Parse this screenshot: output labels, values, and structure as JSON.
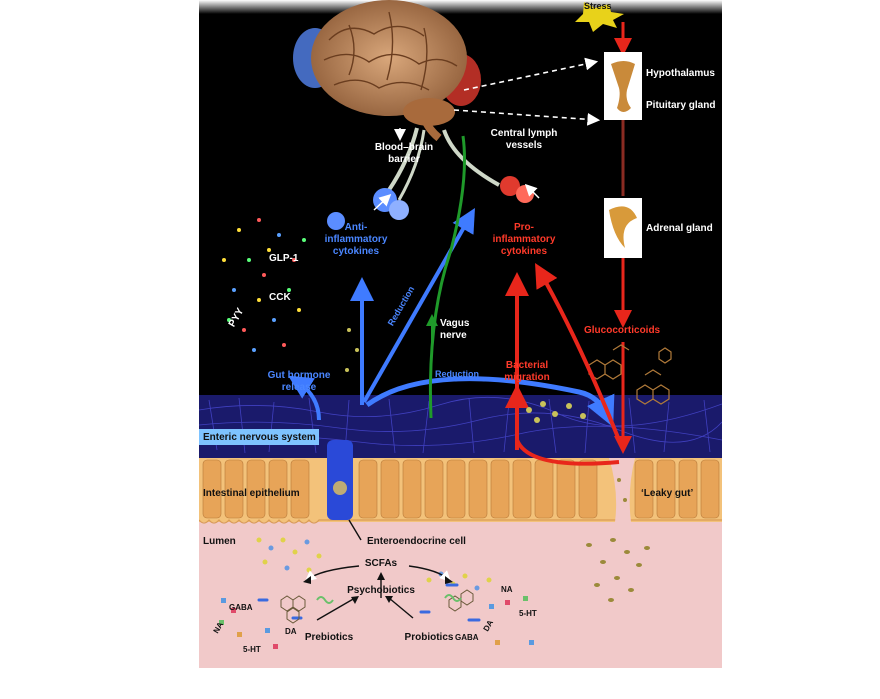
{
  "labels": {
    "stress": "Stress",
    "hypothalamus": "Hypothalamus",
    "pituitary": "Pituitary gland",
    "adrenal": "Adrenal gland",
    "bbb": "Blood–brain\nbarrier",
    "lymph": "Central lymph\nvessels",
    "anti": "Anti-\ninflammatory\ncytokines",
    "pro": "Pro-\ninflammatory\ncytokines",
    "glp1": "GLP-1",
    "cck": "CCK",
    "pyy": "PYY",
    "reduction1": "Reduction",
    "reduction2": "Reduction",
    "vagus": "Vagus\nnerve",
    "glucocorticoids": "Glucocorticoids",
    "bacterial": "Bacterial\nmigration",
    "gut_hormone": "Gut hormone\nrelease",
    "ens": "Enteric nervous system",
    "epithelium": "Intestinal epithelium",
    "leaky": "‘Leaky gut’",
    "lumen": "Lumen",
    "enteroendocrine": "Enteroendocrine cell",
    "scfas": "SCFAs",
    "psychobiotics": "Psychobiotics",
    "prebiotics": "Prebiotics",
    "probiotics": "Probiotics",
    "gaba_l": "GABA",
    "na_l": "NA",
    "da_l": "DA",
    "ht_l": "5-HT",
    "gaba_r": "GABA",
    "na_r": "NA",
    "da_r": "DA",
    "ht_r": "5-HT"
  },
  "colors": {
    "background_top": "#000000",
    "anti_inflammatory": "#3f7bff",
    "pro_inflammatory": "#e8261b",
    "vagus": "#1f9a2a",
    "epithelium": "#f3c27a",
    "lumen": "#f1c9c9"
  }
}
